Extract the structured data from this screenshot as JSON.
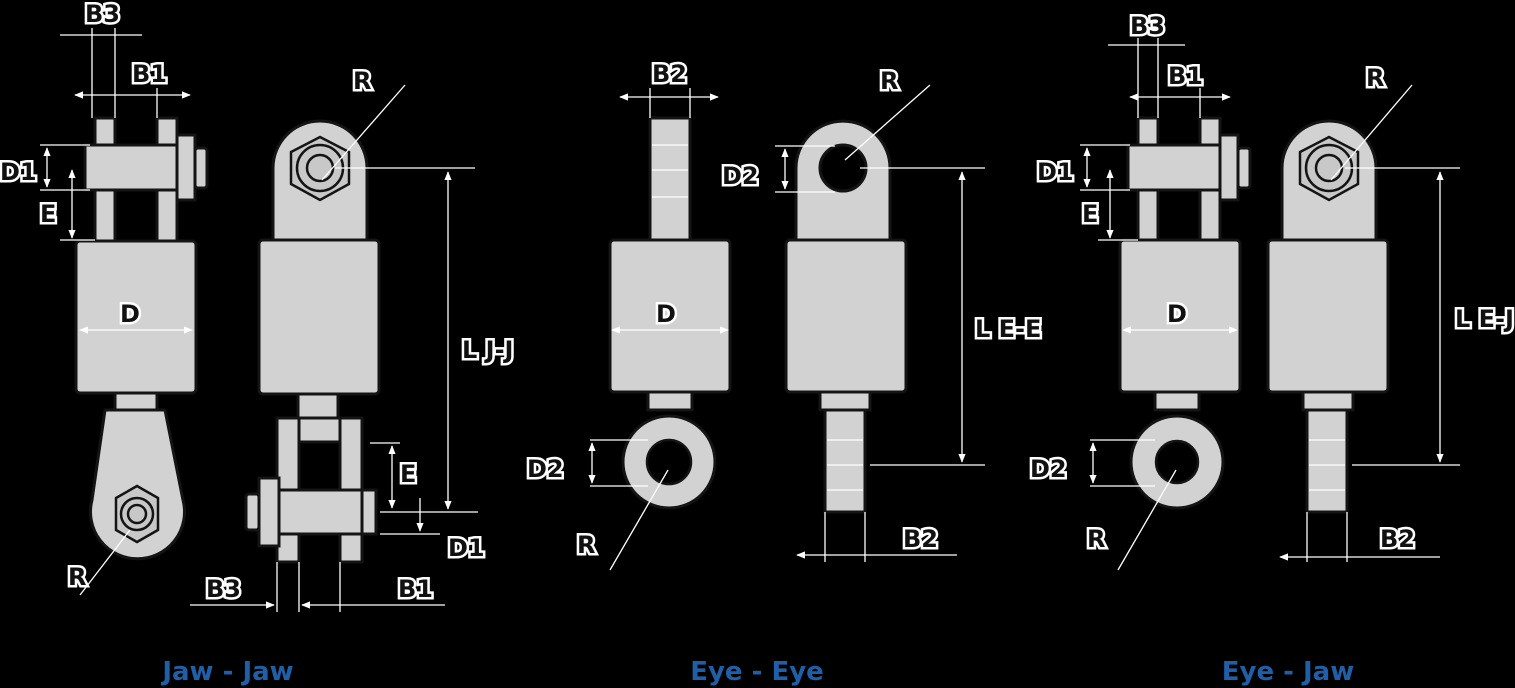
{
  "captions": {
    "jaw_jaw": "Jaw - Jaw",
    "eye_eye": "Eye - Eye",
    "eye_jaw": "Eye - Jaw"
  },
  "labels": {
    "B1": "B1",
    "B2": "B2",
    "B3": "B3",
    "D": "D",
    "D1": "D1",
    "D2": "D2",
    "E": "E",
    "R": "R",
    "L_JJ": "L J-J",
    "L_EE": "L E-E",
    "L_EJ": "L E-J"
  },
  "colors": {
    "background": "#000000",
    "part_fill": "#d2d2d2",
    "outline": "#141414",
    "caption": "#1f5fa8",
    "dimension_line": "#ffffff"
  }
}
